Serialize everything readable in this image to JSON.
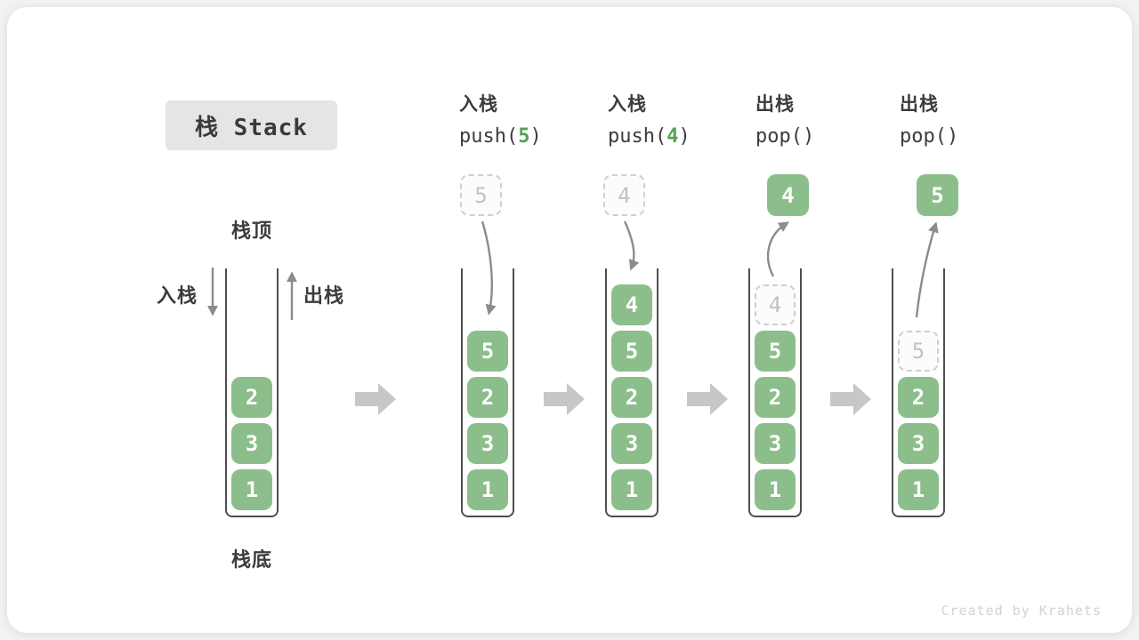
{
  "badge": "栈 Stack",
  "annotations": {
    "stack_top": "栈顶",
    "stack_bottom": "栈底",
    "push_side": "入栈",
    "pop_side": "出栈"
  },
  "watermark": "Created by Krahets",
  "colors": {
    "box_green": "#8cbe8c",
    "code_arg_green": "#52a452",
    "dark_text": "#3c3c3c",
    "thin_arrow_gray": "#8c8c8c",
    "block_arrow_gray": "#c7c7c7",
    "dashed_border": "#cfcfcf",
    "dashed_text": "#c2c2c2",
    "badge_bg": "#e5e5e5"
  },
  "columns": [
    {
      "id": 1,
      "cells": [
        {
          "v": "2"
        },
        {
          "v": "3"
        },
        {
          "v": "1"
        }
      ]
    },
    {
      "id": 2,
      "op_cn": "入栈",
      "op_code": {
        "prefix": "push(",
        "arg": "5",
        "suffix": ")"
      },
      "float": {
        "style": "dashed",
        "v": "5"
      },
      "cells": [
        {
          "v": "5"
        },
        {
          "v": "2"
        },
        {
          "v": "3"
        },
        {
          "v": "1"
        }
      ]
    },
    {
      "id": 3,
      "op_cn": "入栈",
      "op_code": {
        "prefix": "push(",
        "arg": "4",
        "suffix": ")"
      },
      "float": {
        "style": "dashed",
        "v": "4"
      },
      "cells": [
        {
          "v": "4"
        },
        {
          "v": "5"
        },
        {
          "v": "2"
        },
        {
          "v": "3"
        },
        {
          "v": "1"
        }
      ]
    },
    {
      "id": 4,
      "op_cn": "出栈",
      "op_code": {
        "prefix": "pop(",
        "arg": "",
        "suffix": ")"
      },
      "float": {
        "style": "solid",
        "v": "4"
      },
      "cells": [
        {
          "v": "4",
          "dashed": true
        },
        {
          "v": "5"
        },
        {
          "v": "2"
        },
        {
          "v": "3"
        },
        {
          "v": "1"
        }
      ]
    },
    {
      "id": 5,
      "op_cn": "出栈",
      "op_code": {
        "prefix": "pop(",
        "arg": "",
        "suffix": ")"
      },
      "float": {
        "style": "solid",
        "v": "5"
      },
      "cells": [
        {
          "v": "5",
          "dashed": true
        },
        {
          "v": "2"
        },
        {
          "v": "3"
        },
        {
          "v": "1"
        }
      ]
    }
  ]
}
